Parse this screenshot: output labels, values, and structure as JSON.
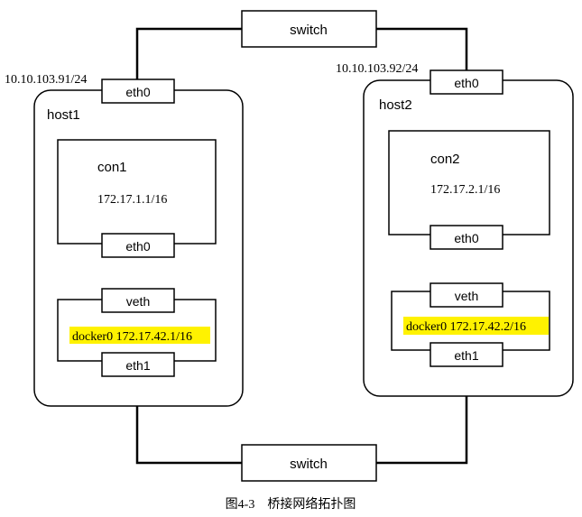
{
  "switch_top": {
    "label": "switch"
  },
  "switch_bottom": {
    "label": "switch"
  },
  "host1": {
    "name": "host1",
    "ip": "10.10.103.91/24",
    "eth0_label": "eth0",
    "container": {
      "name": "con1",
      "ip": "172.17.1.1/16",
      "eth0_label": "eth0"
    },
    "bridge": {
      "veth_label": "veth",
      "docker0_label": "docker0 172.17.42.1/16",
      "eth1_label": "eth1"
    }
  },
  "host2": {
    "name": "host2",
    "ip": "10.10.103.92/24",
    "eth0_label": "eth0",
    "container": {
      "name": "con2",
      "ip": "172.17.2.1/16",
      "eth0_label": "eth0"
    },
    "bridge": {
      "veth_label": "veth",
      "docker0_label": "docker0 172.17.42.2/16",
      "eth1_label": "eth1"
    }
  },
  "caption": "图4-3　桥接网络拓扑图",
  "colors": {
    "highlight": "#fff200",
    "stroke": "#000000"
  }
}
